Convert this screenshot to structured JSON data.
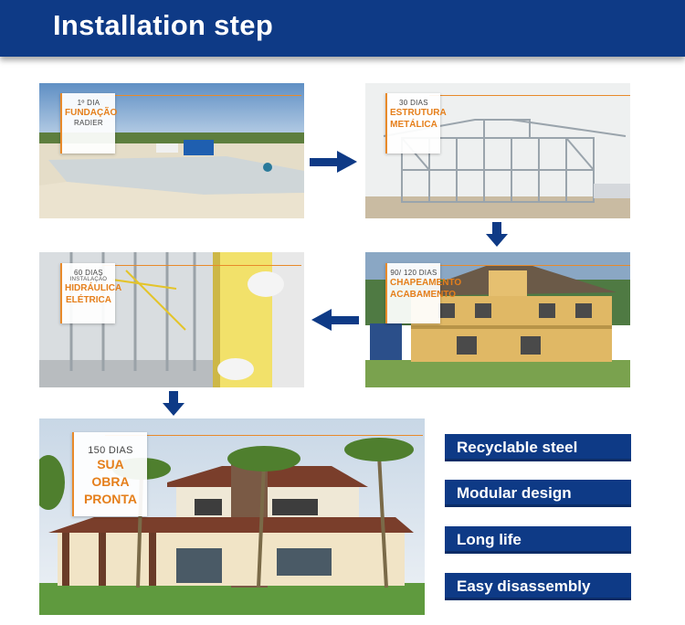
{
  "header": {
    "title": "Installation step"
  },
  "stages": [
    {
      "day": "1º DIA",
      "title_lines": [
        "FUNDAÇÃO"
      ],
      "subtitle": "RADIER"
    },
    {
      "day": "30 DIAS",
      "title_lines": [
        "ESTRUTURA",
        "METÁLICA"
      ],
      "subtitle": ""
    },
    {
      "day": "90/ 120 DIAS",
      "title_lines": [
        "CHAPEAMENTO",
        "ACABAMENTO"
      ],
      "subtitle": ""
    },
    {
      "day": "60 DIAS",
      "sub": "INSTALAÇÃO",
      "title_lines": [
        "HIDRÁULICA",
        "ELÉTRICA"
      ],
      "subtitle": ""
    },
    {
      "day": "150 DIAS",
      "title_lines": [
        "SUA OBRA",
        "PRONTA"
      ],
      "subtitle": ""
    }
  ],
  "features": [
    "Recyclable steel",
    "Modular design",
    "Long life",
    "Easy disassembly"
  ],
  "colors": {
    "banner": "#0e3a86",
    "accent": "#e57f1b",
    "button": "#0e3a86"
  }
}
